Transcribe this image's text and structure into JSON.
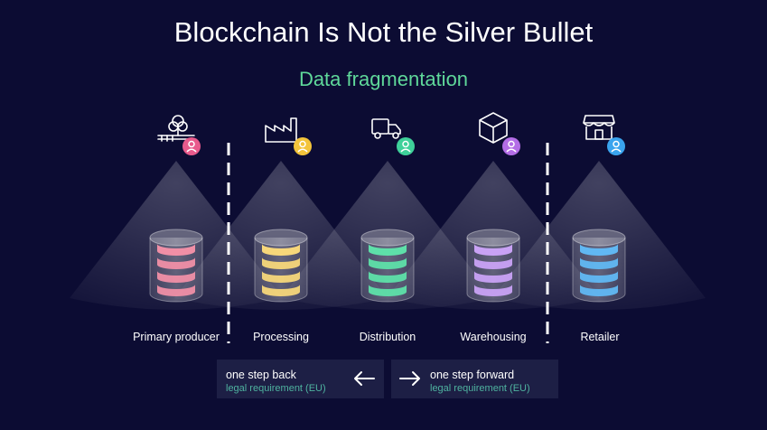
{
  "title": "Blockchain Is Not the Silver Bullet",
  "subtitle": "Data fragmentation",
  "stages": [
    {
      "label": "Primary producer",
      "icon": "tree-icon",
      "avatar_color": "#e85a8c",
      "db_color": "#f08fa6"
    },
    {
      "label": "Processing",
      "icon": "factory-icon",
      "avatar_color": "#f3c43b",
      "db_color": "#f7d77a"
    },
    {
      "label": "Distribution",
      "icon": "truck-icon",
      "avatar_color": "#3fd19a",
      "db_color": "#5ee0a9"
    },
    {
      "label": "Warehousing",
      "icon": "box-icon",
      "avatar_color": "#b36de6",
      "db_color": "#c9a2f5"
    },
    {
      "label": "Retailer",
      "icon": "store-icon",
      "avatar_color": "#3aa4ee",
      "db_color": "#61b8f3"
    }
  ],
  "steps": {
    "back": {
      "title": "one step back",
      "sub": "legal requirement (EU)"
    },
    "forward": {
      "title": "one step forward",
      "sub": "legal requirement (EU)"
    }
  },
  "colors": {
    "background": "#0c0c33",
    "subtitle": "#5fd89a",
    "legal_text": "#4fb3a0",
    "step_box": "#1d1f45"
  }
}
